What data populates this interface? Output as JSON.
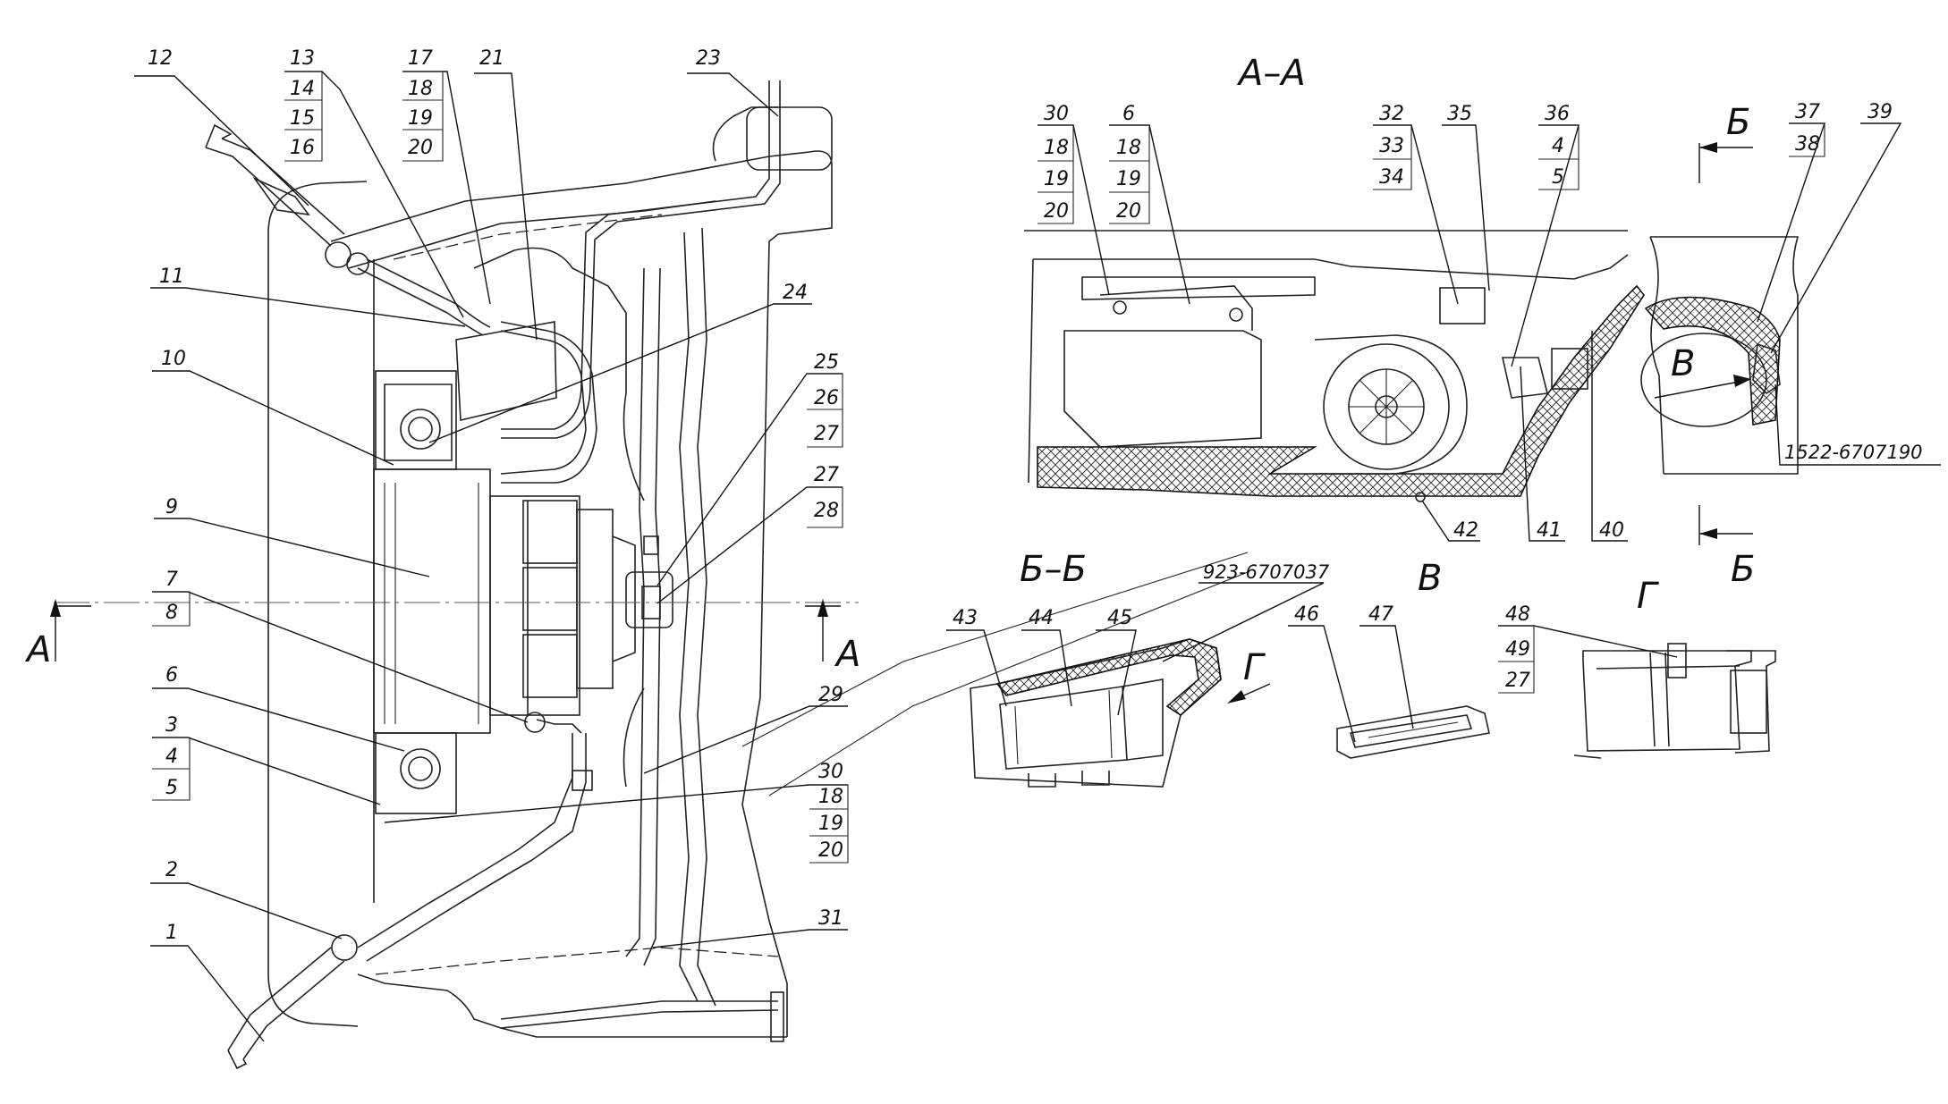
{
  "labels": {
    "n1": "1",
    "n2": "2",
    "n3": "3",
    "n4": "4",
    "n5": "5",
    "n6": "6",
    "n7": "7",
    "n8": "8",
    "n9": "9",
    "n10": "10",
    "n11": "11",
    "n12": "12",
    "n13": "13",
    "n14": "14",
    "n15": "15",
    "n16": "16",
    "n17": "17",
    "n18": "18",
    "n19": "19",
    "n20": "20",
    "n21": "21",
    "n23": "23",
    "n24": "24",
    "n25": "25",
    "n26": "26",
    "n27": "27",
    "n28": "28",
    "n29": "29",
    "n30": "30",
    "n31": "31",
    "n32": "32",
    "n33": "33",
    "n34": "34",
    "n35": "35",
    "n36": "36",
    "n37": "37",
    "n38": "38",
    "n39": "39",
    "n40": "40",
    "n41": "41",
    "n42": "42",
    "n43": "43",
    "n44": "44",
    "n45": "45",
    "n46": "46",
    "n47": "47",
    "n48": "48",
    "n49": "49"
  },
  "sections": {
    "aa": "А–А",
    "bb": "Б–Б",
    "v": "В",
    "g": "Г",
    "a_mark": "А",
    "b_mark": "Б"
  },
  "part_numbers": {
    "p1": "1522-6707190",
    "p2": "923-6707037"
  }
}
